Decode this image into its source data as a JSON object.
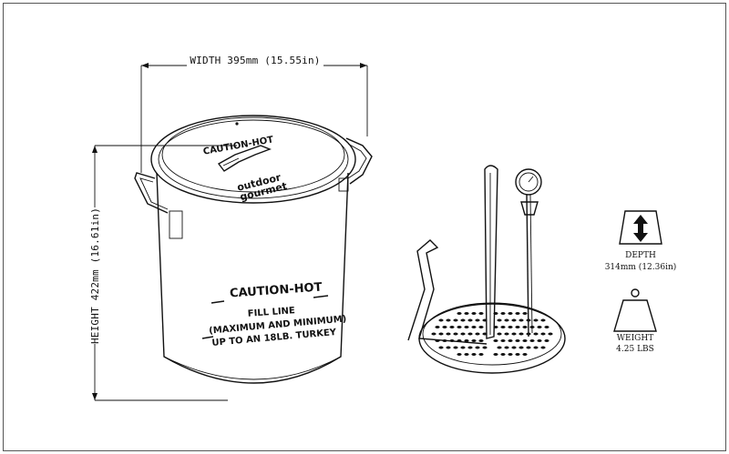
{
  "dimensions": {
    "width_label": "WIDTH 395mm (15.55in)",
    "height_label": "HEIGHT 422mm (16.61in)"
  },
  "lid": {
    "caution_text": "CAUTION-HOT",
    "brand_line1": "outdoor",
    "brand_line2": "gourmet"
  },
  "pot_body": {
    "caution_text": "CAUTION-HOT",
    "fill_line": "FILL LINE",
    "max_min": "(MAXIMUM AND MINIMUM)",
    "turkey_note": "UP TO AN 18LB. TURKEY"
  },
  "specs": {
    "depth_title": "DEPTH",
    "depth_value": "314mm (12.36in)",
    "weight_title": "WEIGHT",
    "weight_value": "4.25 LBS"
  },
  "colors": {
    "line": "#111111",
    "background": "#ffffff",
    "border": "#555555"
  }
}
